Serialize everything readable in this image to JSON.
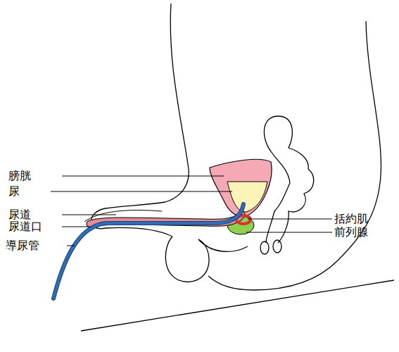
{
  "diagram": {
    "labels": [
      "膀胱",
      "尿",
      "尿道",
      "尿道口",
      "導尿管",
      "括約肌",
      "前列腺"
    ]
  }
}
